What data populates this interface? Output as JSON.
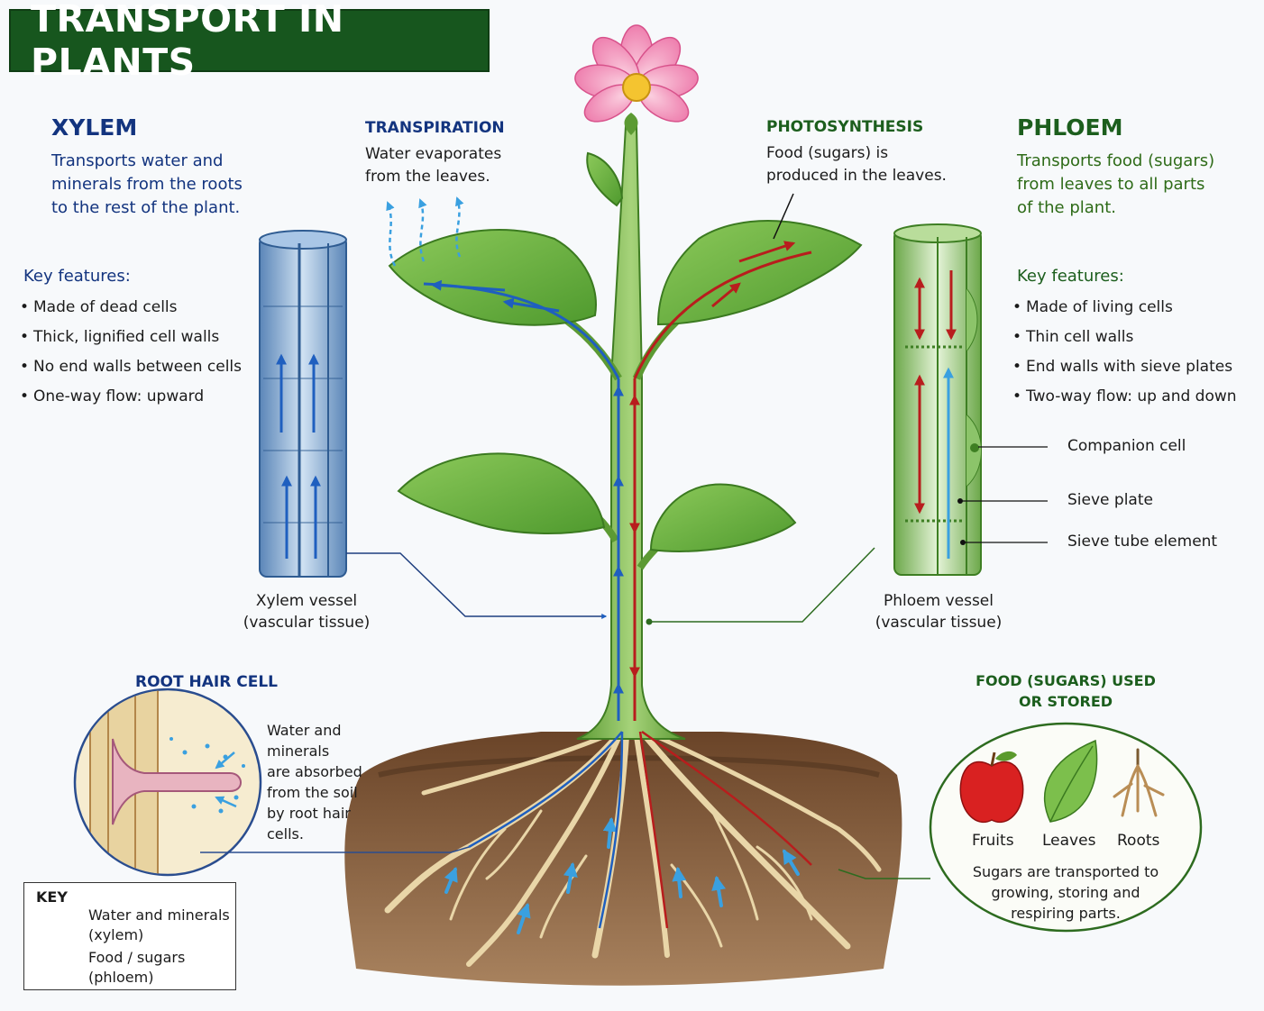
{
  "title": "TRANSPORT IN PLANTS",
  "xylem": {
    "heading": "XYLEM",
    "description_lines": [
      "Transports water and",
      "minerals from the roots",
      "to the rest of the plant."
    ],
    "features_title": "Key features:",
    "features": [
      "Made of dead cells",
      "Thick, lignified cell walls",
      "No end walls between cells",
      "One-way flow: upward"
    ],
    "vessel_caption": [
      "Xylem vessel",
      "(vascular tissue)"
    ]
  },
  "phloem": {
    "heading": "PHLOEM",
    "description_lines": [
      "Transports food (sugars)",
      "from leaves to all parts",
      "of the plant."
    ],
    "features_title": "Key features:",
    "features": [
      "Made of living cells",
      "Thin cell walls",
      "End walls with sieve plates",
      "Two-way flow: up and down"
    ],
    "vessel_caption": [
      "Phloem vessel",
      "(vascular tissue)"
    ],
    "labels": [
      "Companion cell",
      "Sieve plate",
      "Sieve tube element"
    ]
  },
  "transpiration": {
    "heading": "TRANSPIRATION",
    "lines": [
      "Water evaporates",
      "from the leaves."
    ]
  },
  "photosynthesis": {
    "heading": "PHOTOSYNTHESIS",
    "lines": [
      "Food (sugars) is",
      "produced in the leaves."
    ]
  },
  "root_hair": {
    "heading": "ROOT HAIR CELL",
    "lines": [
      "Water and",
      "minerals",
      "are absorbed",
      "from the soil",
      "by root hair",
      "cells."
    ]
  },
  "food_use": {
    "heading_lines": [
      "FOOD (SUGARS) USED",
      "OR STORED"
    ],
    "items": [
      "Fruits",
      "Leaves",
      "Roots"
    ],
    "lines": [
      "Sugars are transported to",
      "growing, storing and",
      "respiring parts."
    ]
  },
  "key": {
    "title": "KEY",
    "entries": [
      {
        "lines": [
          "Water and minerals",
          "(xylem)"
        ],
        "color": "#1f5fbf"
      },
      {
        "lines": [
          "Food / sugars",
          "(phloem)"
        ],
        "color": "#b81d1d"
      }
    ]
  },
  "colors": {
    "xylem_flow": "#1f5fbf",
    "phloem_flow": "#b81d1d",
    "heading_blue": "#13347f",
    "heading_green": "#1c5e1d",
    "title_bg": "#17561e"
  }
}
